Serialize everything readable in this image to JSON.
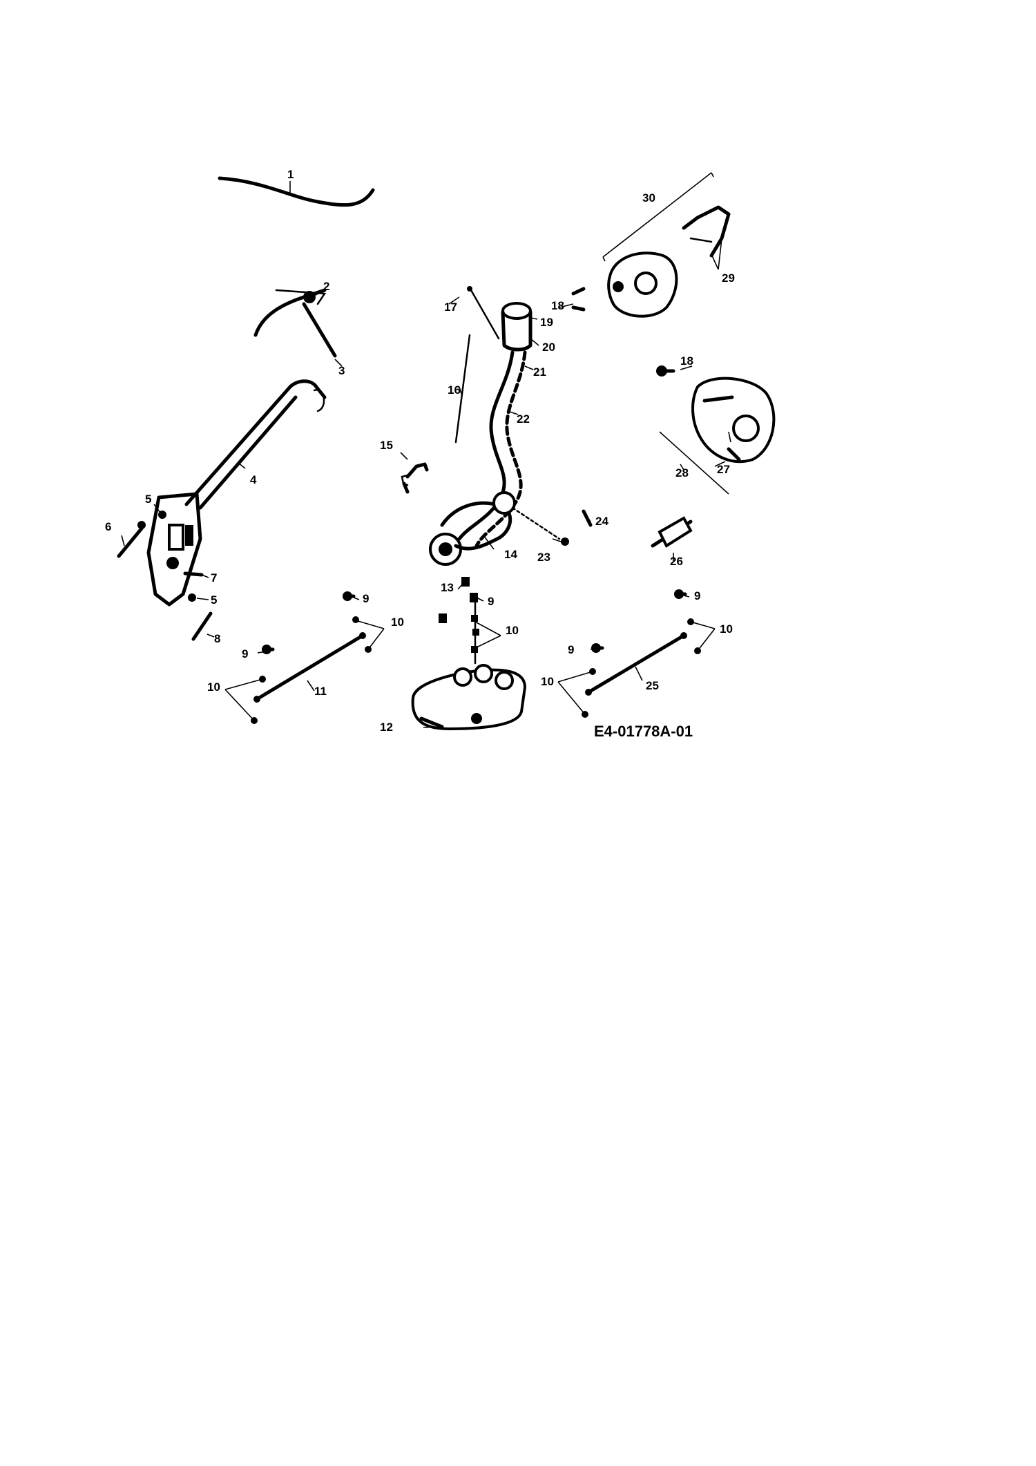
{
  "diagram": {
    "drawing_code": "E4-01778A-01",
    "callouts": {
      "c1": "1",
      "c2": "2",
      "c3": "3",
      "c4": "4",
      "c5a": "5",
      "c5b": "5",
      "c6": "6",
      "c7": "7",
      "c8": "8",
      "c9a": "9",
      "c9b": "9",
      "c9c": "9",
      "c9d": "9",
      "c9e": "9",
      "c10a": "10",
      "c10b": "10",
      "c10c": "10",
      "c10d": "10",
      "c10e": "10",
      "c11": "11",
      "c12": "12",
      "c13": "13",
      "c14": "14",
      "c15": "15",
      "c16": "16",
      "c17": "17",
      "c18a": "18",
      "c18b": "18",
      "c19": "19",
      "c20": "20",
      "c21": "21",
      "c22": "22",
      "c23": "23",
      "c24": "24",
      "c25": "25",
      "c26": "26",
      "c27": "27",
      "c28": "28",
      "c29": "29",
      "c30": "30"
    }
  }
}
